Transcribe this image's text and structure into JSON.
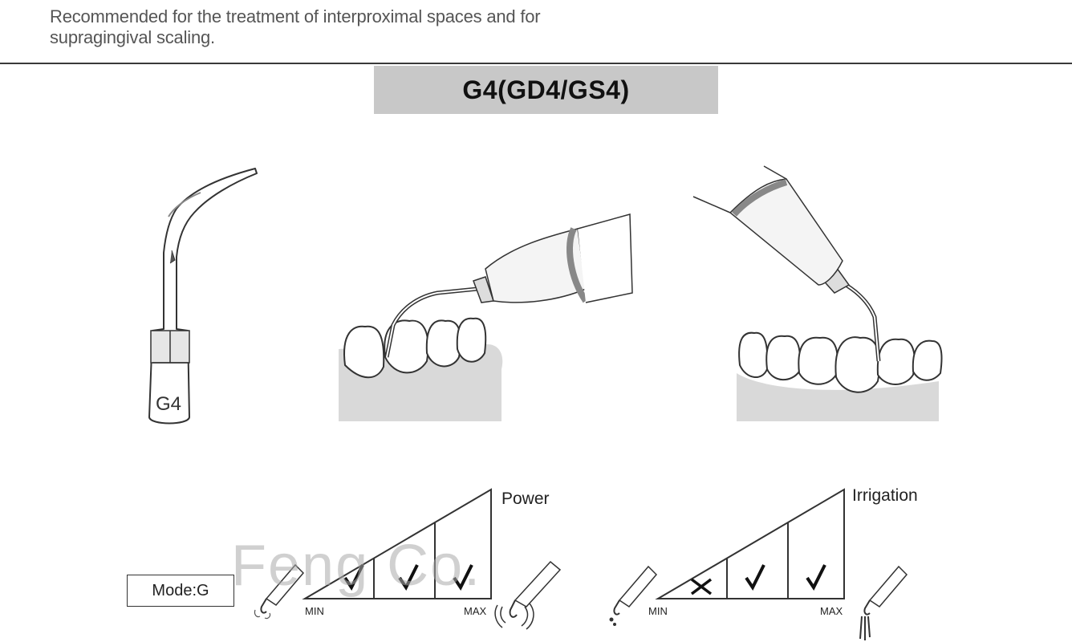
{
  "intro": {
    "line1": "Recommended for the treatment of interproximal spaces and for",
    "line2": "supragingival scaling."
  },
  "title": "G4(GD4/GS4)",
  "tip": {
    "label": "G4"
  },
  "mode": {
    "label": "Mode:G"
  },
  "power": {
    "label": "Power",
    "min": "MIN",
    "max": "MAX",
    "levels": [
      "check",
      "check",
      "check"
    ]
  },
  "irrigation": {
    "label": "Irrigation",
    "min": "MIN",
    "max": "MAX",
    "levels": [
      "cross",
      "check",
      "check"
    ]
  },
  "watermark": "Feng Co.",
  "colors": {
    "gum": "#d9d9d9",
    "title_bg": "#c8c8c8",
    "text": "#555555"
  }
}
